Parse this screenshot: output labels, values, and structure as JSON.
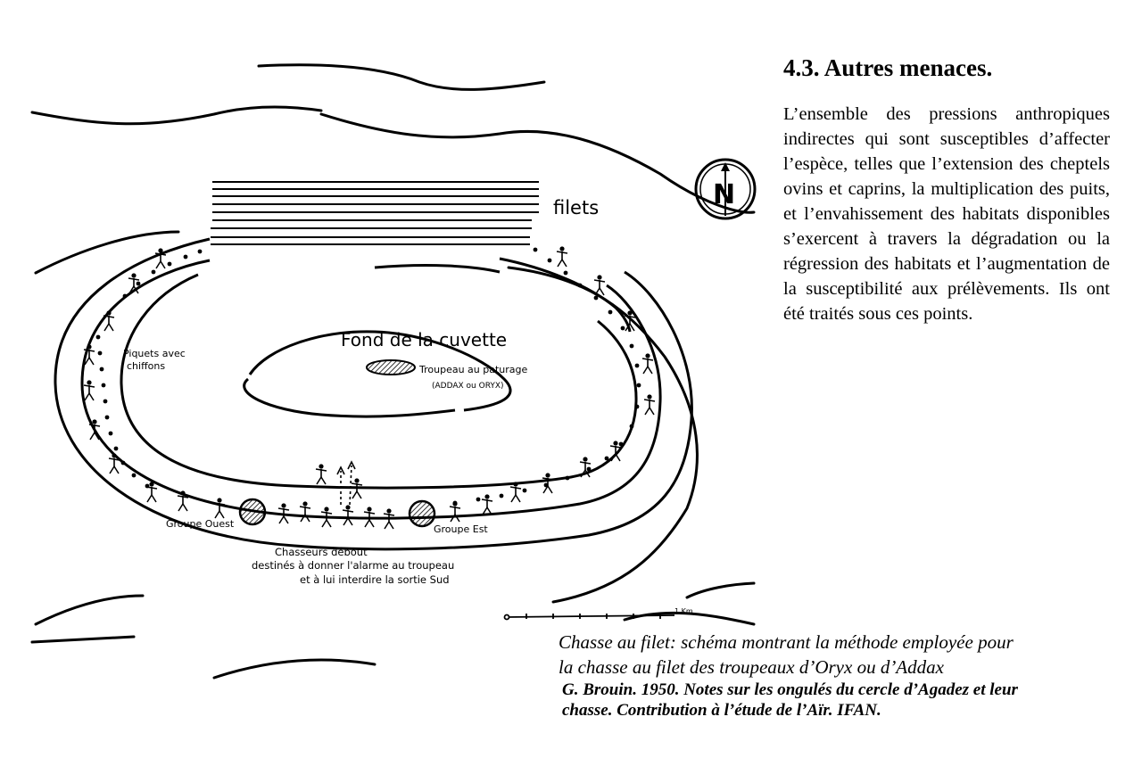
{
  "section": {
    "title": "4.3. Autres menaces.",
    "paragraph": "L’ensemble des pressions anthropiques indirectes qui sont susceptibles d’affecter l’espèce, telles que l’extension des cheptels ovins et caprins, la multiplication des puits, et l’envahissement des habitats disponibles s’exercent à travers la dégradation ou la régression des habitats et l’augmentation de la susceptibilité aux prélèvements. Ils ont été traités sous ces points."
  },
  "diagram": {
    "labels": {
      "nets": "filets",
      "basin": "Fond de la cuvette",
      "herd_line1": "Troupeau au paturage",
      "herd_line2": "(ADDAX ou ORYX)",
      "stakes_line1": "Piquets avec",
      "stakes_line2": "chiffons",
      "west_group": "Groupe Ouest",
      "east_group": "Groupe Est",
      "hunters_line1": "Chasseurs debout",
      "hunters_line2": "destinés à donner l'alarme au troupeau",
      "hunters_line3": "et à lui interdire la sortie Sud",
      "scale_label": "1 Km",
      "north": "N"
    }
  },
  "caption": {
    "title_line1": "Chasse au filet: schéma montrant la méthode employée pour",
    "title_line2": "la chasse au filet des troupeaux d’Oryx ou d’Addax",
    "source_line1": "G. Brouin. 1950. Notes sur les ongulés du cercle d’Agadez et leur",
    "source_line2": "chasse. Contribution à l’étude de l’Aïr. IFAN."
  }
}
